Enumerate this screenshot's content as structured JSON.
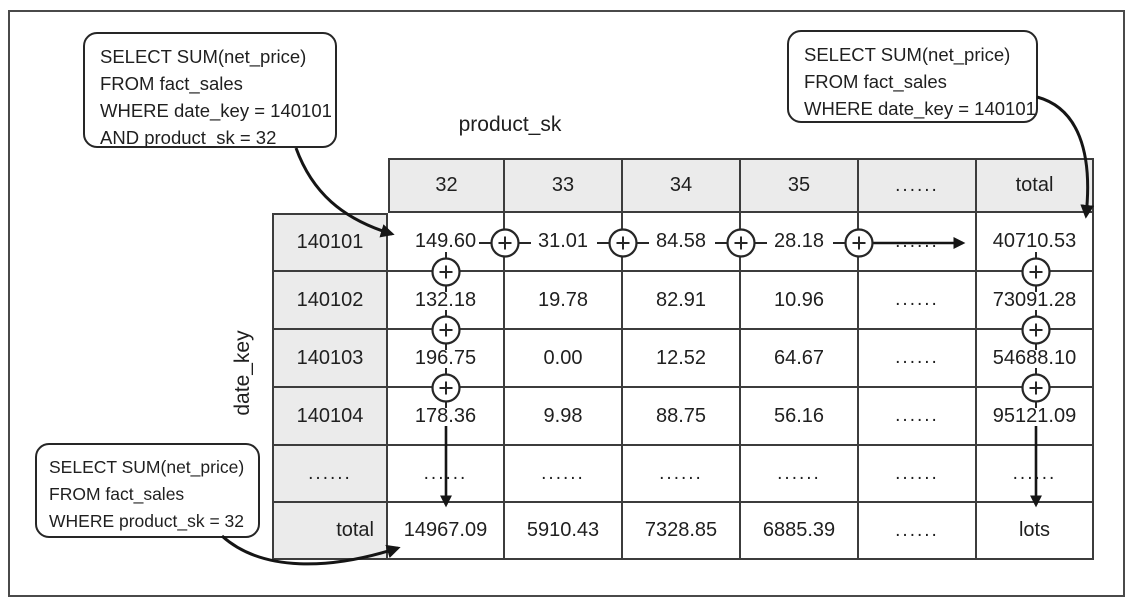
{
  "callouts": {
    "top_left": {
      "lines": [
        "SELECT SUM(net_price)",
        "FROM fact_sales",
        "WHERE date_key = 140101",
        "AND product_sk = 32"
      ]
    },
    "top_right": {
      "lines": [
        "SELECT SUM(net_price)",
        "FROM fact_sales",
        "WHERE date_key = 140101"
      ]
    },
    "bottom_left": {
      "lines": [
        "SELECT SUM(net_price)",
        "FROM fact_sales",
        "WHERE product_sk = 32"
      ]
    }
  },
  "axes": {
    "column_label": "product_sk",
    "row_label": "date_key"
  },
  "table": {
    "header": [
      "32",
      "33",
      "34",
      "35",
      "......",
      "total"
    ],
    "rows": [
      {
        "label": "140101",
        "cells": [
          "149.60",
          "31.01",
          "84.58",
          "28.18",
          "......",
          "40710.53"
        ]
      },
      {
        "label": "140102",
        "cells": [
          "132.18",
          "19.78",
          "82.91",
          "10.96",
          "......",
          "73091.28"
        ]
      },
      {
        "label": "140103",
        "cells": [
          "196.75",
          "0.00",
          "12.52",
          "64.67",
          "......",
          "54688.10"
        ]
      },
      {
        "label": "140104",
        "cells": [
          "178.36",
          "9.98",
          "88.75",
          "56.16",
          "......",
          "95121.09"
        ]
      },
      {
        "label": "......",
        "cells": [
          "......",
          "......",
          "......",
          "......",
          "......",
          "......"
        ]
      },
      {
        "label": "total",
        "cells": [
          "14967.09",
          "5910.43",
          "7328.85",
          "6885.39",
          "......",
          "lots"
        ]
      }
    ]
  },
  "operator": "+",
  "colors": {
    "grid_line": "#3c3c3c",
    "header_fill": "#ebebeb",
    "arrow": "#151515",
    "text": "#1f1f1f"
  }
}
